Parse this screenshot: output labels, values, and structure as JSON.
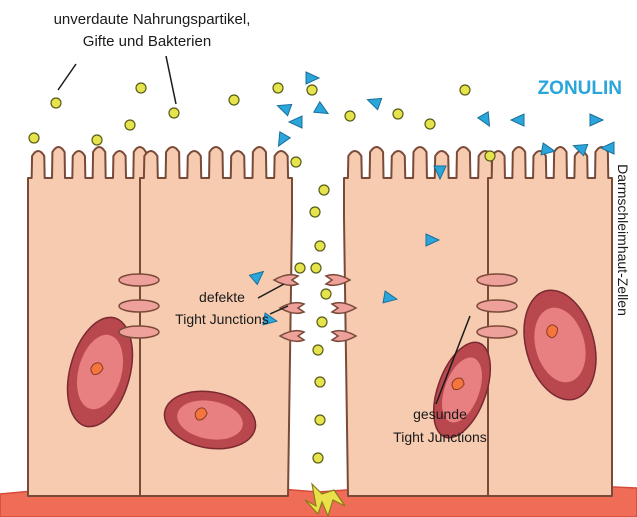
{
  "labels": {
    "particles_line1": "unverdaute Nahrungspartikel,",
    "particles_line2": "Gifte und Bakterien",
    "zonulin": "ZONULIN",
    "defective_line1": "defekte",
    "defective_line2": "Tight Junctions",
    "healthy_line1": "gesunde",
    "healthy_line2": "Tight Junctions",
    "side_label": "Darmschleimhaut-Zellen"
  },
  "colors": {
    "cell_fill": "#f6cbb0",
    "cell_stroke": "#7a4a38",
    "nucleus_outer": "#b8474e",
    "nucleus_inner": "#f08a8a",
    "nucleolus": "#f4763e",
    "junction_fill": "#eea09a",
    "particle_fill": "#e6e44c",
    "particle_stroke": "#5a5a1a",
    "zonulin_blue": "#2aa6db",
    "basement": "#ef6d56",
    "basement_dark": "#d64a3a",
    "spark": "#e9e04a"
  }
}
